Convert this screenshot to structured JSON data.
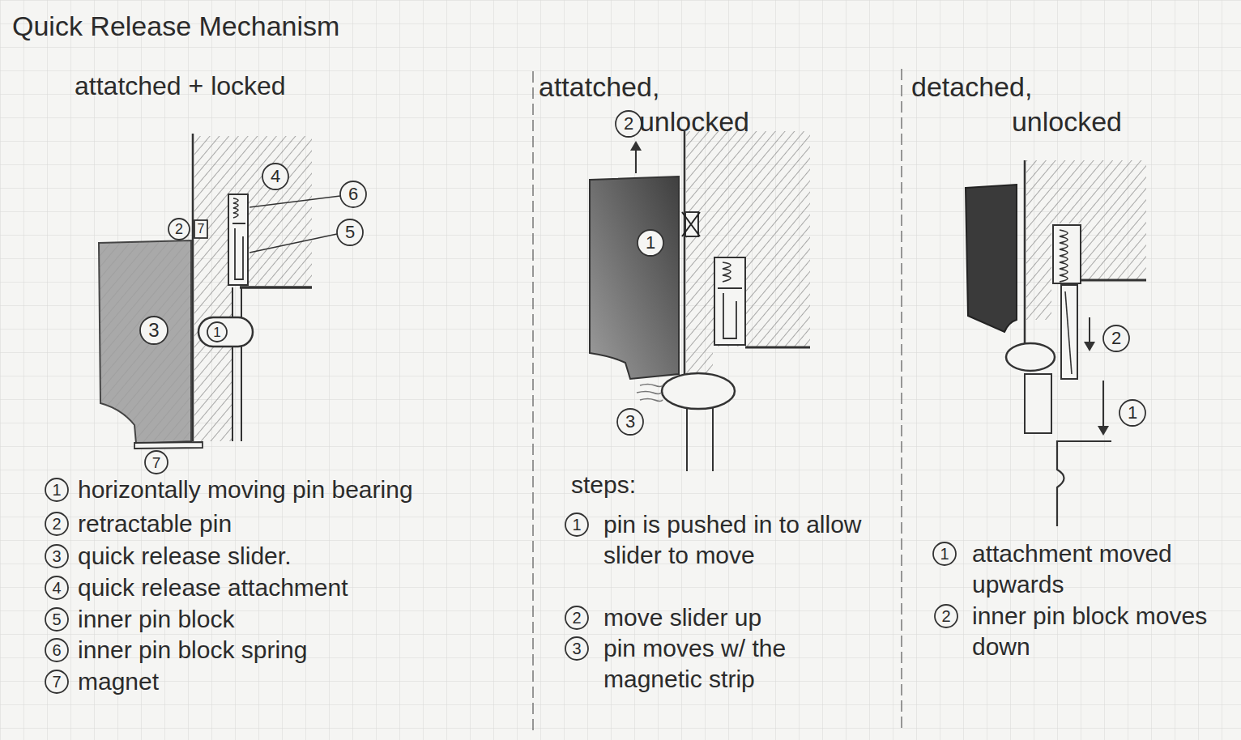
{
  "diagram": {
    "title": "Quick Release Mechanism",
    "labels": [
      "attatched + locked",
      "4",
      "6",
      "5",
      "2",
      "7",
      "3",
      "1",
      "7",
      "1",
      "horizontally moving pin bearing",
      "2",
      "retractable pin",
      "3",
      "quick release slider.",
      "4",
      "quick release attachment",
      "5",
      "inner pin block",
      "6",
      "inner pin block spring",
      "7",
      "magnet",
      "attatched, unlocked",
      "2",
      "1",
      "3",
      "steps:",
      "1",
      "pin is pushed in to allow slider to move",
      "2",
      "move slider up",
      "3",
      "pin moves w/ the magnetic strip",
      "detached, unlocked",
      "2",
      "1",
      "1",
      "attachment moved upwards",
      "2",
      "inner pin block moves down"
    ]
  }
}
